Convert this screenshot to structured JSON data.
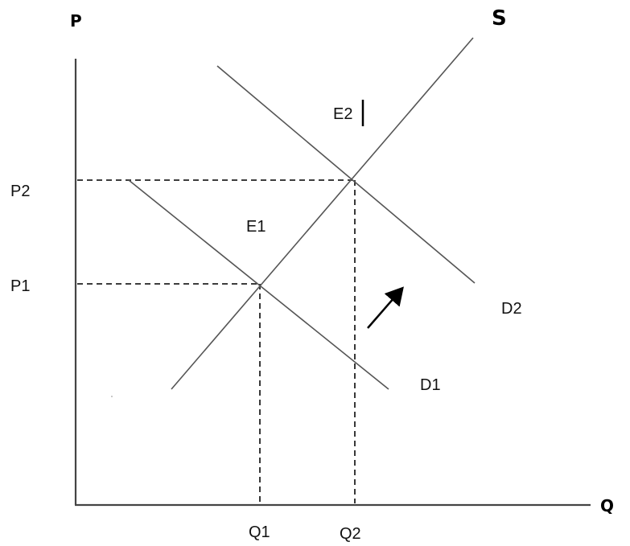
{
  "diagram": {
    "type": "supply-demand",
    "axes": {
      "y_label": "P",
      "x_label": "Q"
    },
    "curves": {
      "supply": "S",
      "demand_initial": "D1",
      "demand_shifted": "D2"
    },
    "equilibria": {
      "initial": "E1",
      "new": "E2"
    },
    "price_levels": [
      "P1",
      "P2"
    ],
    "quantity_levels": [
      "Q1",
      "Q2"
    ],
    "shift_arrow": "arrow-up-right",
    "colors": {
      "axis": "#444444",
      "curve": "#555555",
      "guide": "#222222",
      "text": "#111111"
    }
  },
  "chart_data": {
    "type": "line",
    "title": "",
    "xlabel": "Q",
    "ylabel": "P",
    "series": [
      {
        "name": "S",
        "points": [
          [
            213,
            484
          ],
          [
            588,
            47
          ]
        ]
      },
      {
        "name": "D1",
        "points": [
          [
            160,
            224
          ],
          [
            483,
            484
          ]
        ]
      },
      {
        "name": "D2",
        "points": [
          [
            270,
            82
          ],
          [
            590,
            352
          ]
        ]
      }
    ],
    "equilibria": [
      {
        "name": "E1",
        "price": "P1",
        "quantity": "Q1"
      },
      {
        "name": "E2",
        "price": "P2",
        "quantity": "Q2"
      }
    ],
    "annotations": [
      "Arrow indicates demand shift from D1 to D2 (increase in demand)"
    ]
  }
}
